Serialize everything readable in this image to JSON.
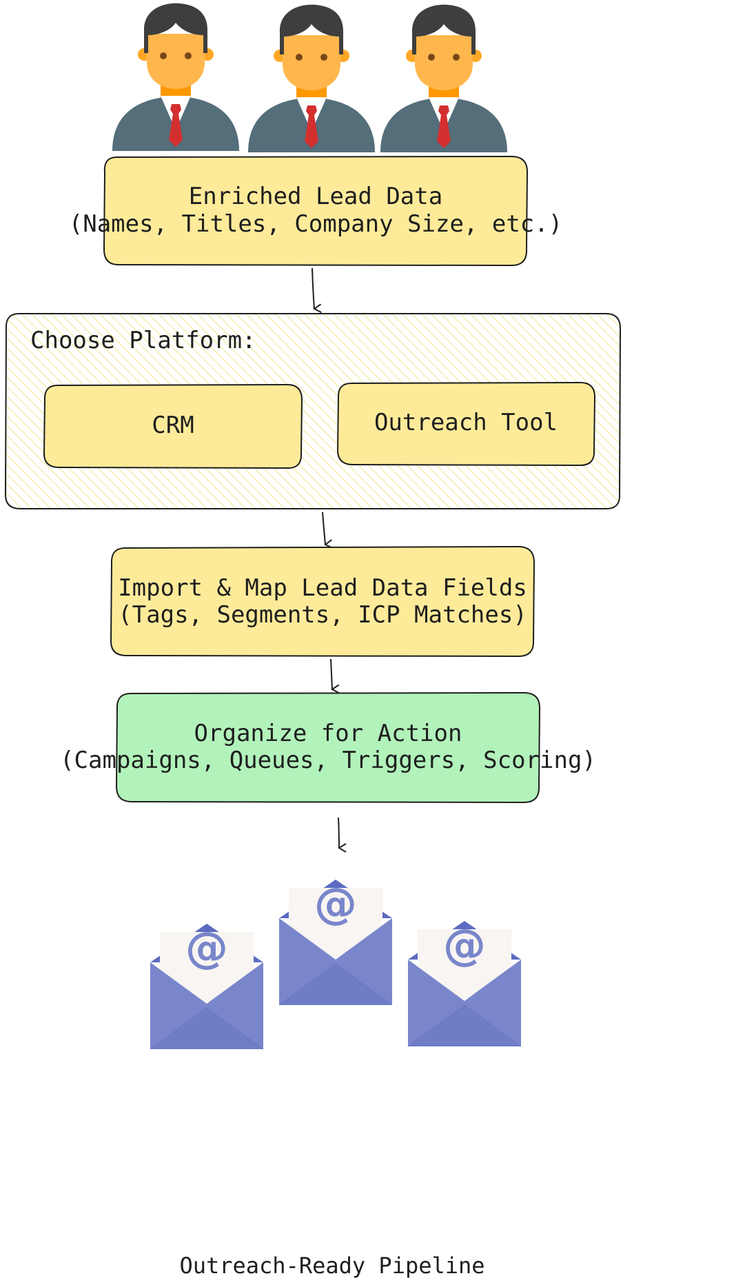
{
  "nodes": {
    "enriched": {
      "line1": "Enriched Lead Data",
      "line2": "(Names, Titles, Company Size, etc.)"
    },
    "platform": {
      "label": "Choose Platform:",
      "option_crm": "CRM",
      "option_outreach": "Outreach Tool"
    },
    "import": {
      "line1": "Import & Map Lead Data Fields",
      "line2": "(Tags, Segments, ICP Matches)"
    },
    "organize": {
      "line1": "Organize for Action",
      "line2": "(Campaigns, Queues, Triggers, Scoring)"
    },
    "pipeline": {
      "caption": "Outreach-Ready Pipeline"
    }
  },
  "icons": {
    "people": [
      "businessman-icon",
      "businessman-icon",
      "businessman-icon"
    ],
    "emails": [
      "email-envelope-icon",
      "email-envelope-icon",
      "email-envelope-icon"
    ],
    "email_symbol": "@"
  },
  "colors": {
    "yellow_fill": "#fdeb9a",
    "green_fill": "#b2f2bb",
    "stroke": "#1e1e1e",
    "hatch": "#f0e68c",
    "skin": "#ffb74d",
    "hair": "#3e3e3e",
    "suit": "#546e7a",
    "tie": "#d32f2f",
    "envelope": "#7986cb",
    "envelope_dark": "#5c6bc0",
    "paper": "#f8f5f2"
  }
}
